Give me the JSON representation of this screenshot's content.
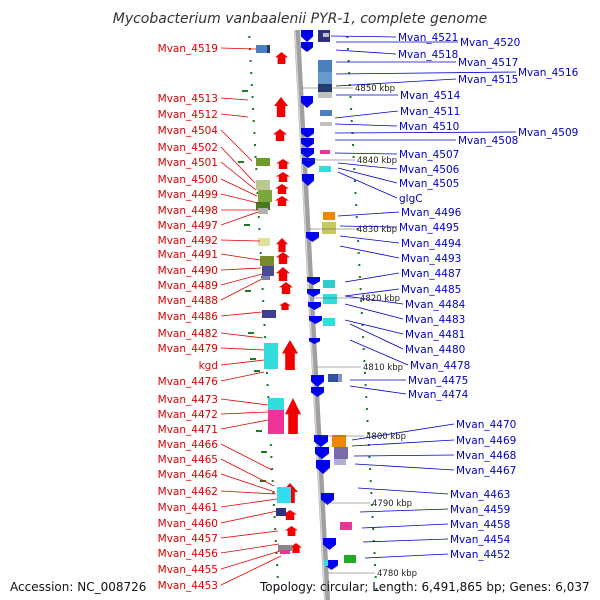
{
  "title": "Mycobacterium vanbaalenii PYR-1, complete genome",
  "accession_text": "Accession: NC_008726",
  "topology_text": "Topology: circular; Length: 6,491,865 bp; Genes: 6,037",
  "colors": {
    "forward_arrow": "#f00000",
    "reverse_arrow": "#0000f0",
    "left_label": "#e00000",
    "right_label": "#0000c8",
    "backbone": "#a0a0a0",
    "tick": "#1e7a1e"
  },
  "left_labels": [
    "Mvan_4519",
    "Mvan_4513",
    "Mvan_4512",
    "Mvan_4504",
    "Mvan_4502",
    "Mvan_4501",
    "Mvan_4500",
    "Mvan_4499",
    "Mvan_4498",
    "Mvan_4497",
    "Mvan_4492",
    "Mvan_4491",
    "Mvan_4490",
    "Mvan_4489",
    "Mvan_4488",
    "Mvan_4486",
    "Mvan_4482",
    "Mvan_4479",
    "kgd",
    "Mvan_4476",
    "Mvan_4473",
    "Mvan_4472",
    "Mvan_4471",
    "Mvan_4466",
    "Mvan_4465",
    "Mvan_4464",
    "Mvan_4462",
    "Mvan_4461",
    "Mvan_4460",
    "Mvan_4457",
    "Mvan_4456",
    "Mvan_4455",
    "Mvan_4453"
  ],
  "right_labels": [
    "Mvan_4521",
    "Mvan_4520",
    "Mvan_4518",
    "Mvan_4517",
    "Mvan_4516",
    "Mvan_4515",
    "Mvan_4514",
    "Mvan_4511",
    "Mvan_4510",
    "Mvan_4509",
    "Mvan_4508",
    "Mvan_4507",
    "Mvan_4506",
    "Mvan_4505",
    "glgC",
    "Mvan_4496",
    "Mvan_4495",
    "Mvan_4494",
    "Mvan_4493",
    "Mvan_4487",
    "Mvan_4485",
    "Mvan_4484",
    "Mvan_4483",
    "Mvan_4481",
    "Mvan_4480",
    "Mvan_4478",
    "Mvan_4475",
    "Mvan_4474",
    "Mvan_4470",
    "Mvan_4469",
    "Mvan_4468",
    "Mvan_4467",
    "Mvan_4463",
    "Mvan_4459",
    "Mvan_4458",
    "Mvan_4454",
    "Mvan_4452"
  ],
  "kbp_labels": [
    "4850 kbp",
    "4840 kbp",
    "4830 kbp",
    "4820 kbp",
    "4810 kbp",
    "4800 kbp",
    "4790 kbp",
    "4780 kbp"
  ]
}
